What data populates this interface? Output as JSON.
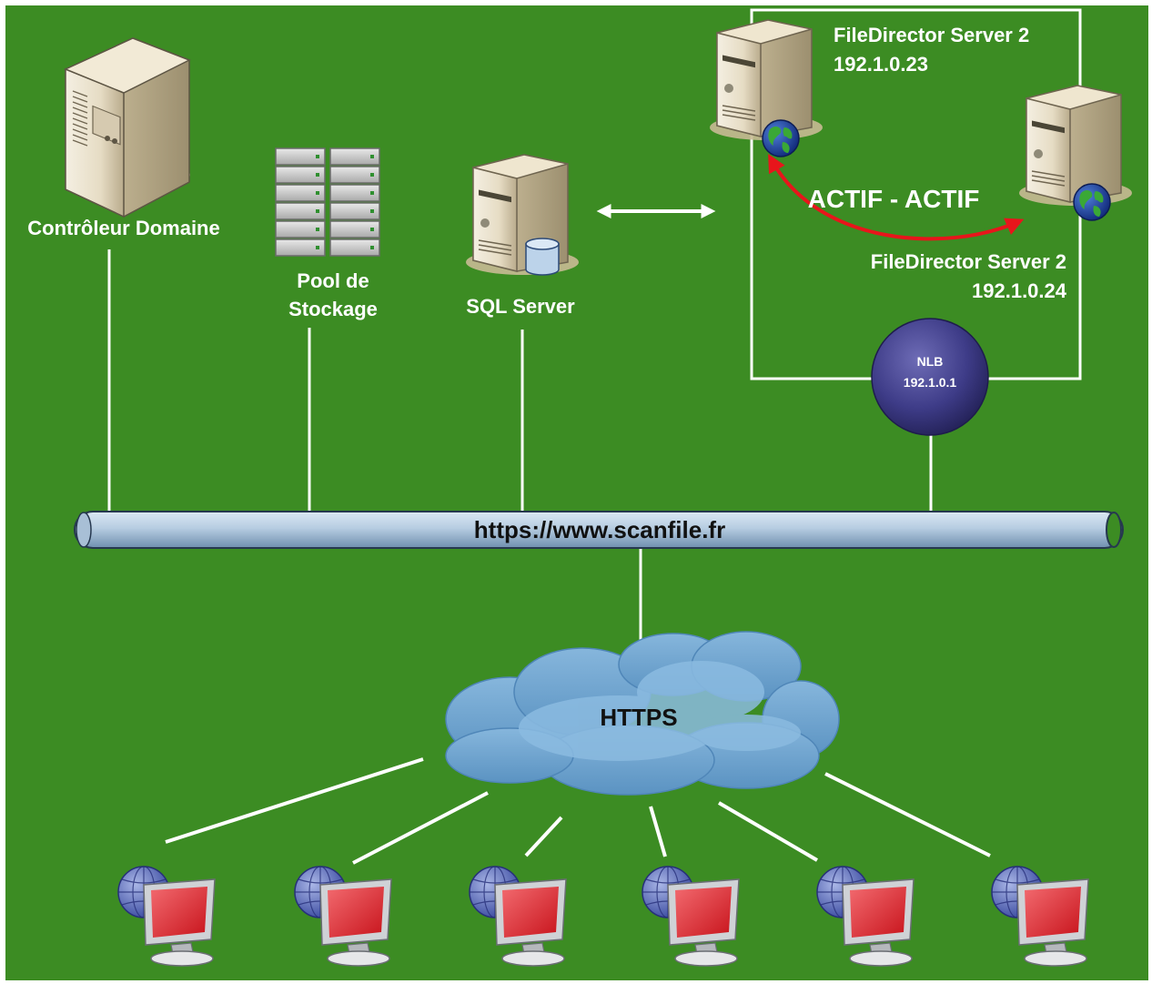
{
  "colors": {
    "background": "#3c8c23",
    "line": "#ffffff",
    "pipe": "#bcd2e6",
    "cloud": "#6aa3cf",
    "nlb": "#3d3b85",
    "arrow": "#e8151b",
    "monitor_screen": "#e5262e"
  },
  "nodes": {
    "domain_controller": {
      "label": "Contrôleur Domaine",
      "icon": "tower-server-icon"
    },
    "storage_pool": {
      "label_line1": "Pool de",
      "label_line2": "Stockage",
      "icon": "storage-rack-icon"
    },
    "sql_server": {
      "label": "SQL Server",
      "icon": "database-server-icon"
    },
    "fd_server_1": {
      "name": "FileDirector Server 2",
      "ip": "192.1.0.23",
      "icon": "web-server-icon"
    },
    "fd_server_2": {
      "name": "FileDirector Server 2",
      "ip": "192.1.0.24",
      "icon": "web-server-icon"
    },
    "cluster_mode": "ACTIF - ACTIF",
    "nlb": {
      "label": "NLB",
      "ip": "192.1.0.1"
    }
  },
  "network": {
    "url": "https://www.scanfile.fr"
  },
  "cloud": {
    "label": "HTTPS"
  },
  "clients": [
    {
      "icon": "client-workstation-icon"
    },
    {
      "icon": "client-workstation-icon"
    },
    {
      "icon": "client-workstation-icon"
    },
    {
      "icon": "client-workstation-icon"
    },
    {
      "icon": "client-workstation-icon"
    },
    {
      "icon": "client-workstation-icon"
    }
  ]
}
